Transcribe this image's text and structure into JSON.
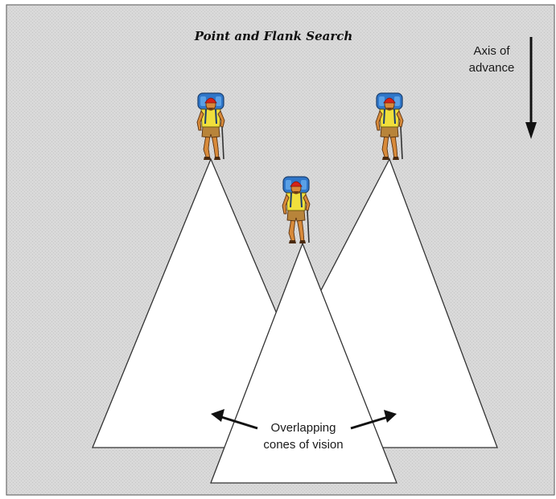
{
  "diagram": {
    "title": "Point and Flank Search",
    "axis_label_line1": "Axis of",
    "axis_label_line2": "advance",
    "overlap_label_line1": "Overlapping",
    "overlap_label_line2": "cones of vision"
  },
  "figures": [
    {
      "role": "left-flank",
      "icon": "hiker-icon"
    },
    {
      "role": "point",
      "icon": "hiker-icon"
    },
    {
      "role": "right-flank",
      "icon": "hiker-icon"
    }
  ],
  "colors": {
    "background": "#d9d9d9",
    "cone_fill": "#ffffff",
    "outline": "#333333",
    "hiker_skin": "#d88a3a",
    "hiker_shirt": "#f0df3c",
    "hiker_pack": "#2f76c9",
    "hiker_cap": "#d62418",
    "hiker_shorts": "#b8843a"
  }
}
